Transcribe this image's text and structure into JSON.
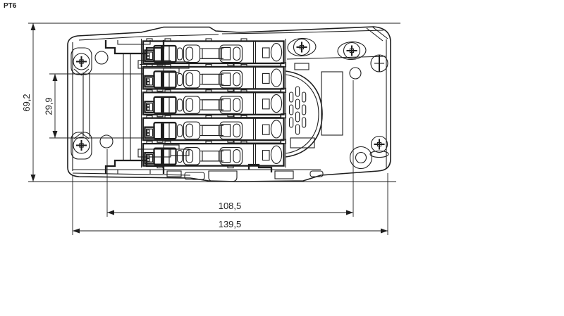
{
  "title": "PT6",
  "dimensions": {
    "overall_height": "69,2",
    "inner_height": "29,9",
    "inner_width": "108,5",
    "overall_width": "139,5"
  },
  "icons": {
    "phillips_screw": "crosshead-screw-icon",
    "slotted_screw": "slotted-screw-icon",
    "mounting_hole": "circle-hole-icon",
    "grip_pattern": "finger-grip-icon"
  },
  "colors": {
    "line": "#1e1e1e",
    "background": "#ffffff",
    "text": "#1e1e1e"
  }
}
